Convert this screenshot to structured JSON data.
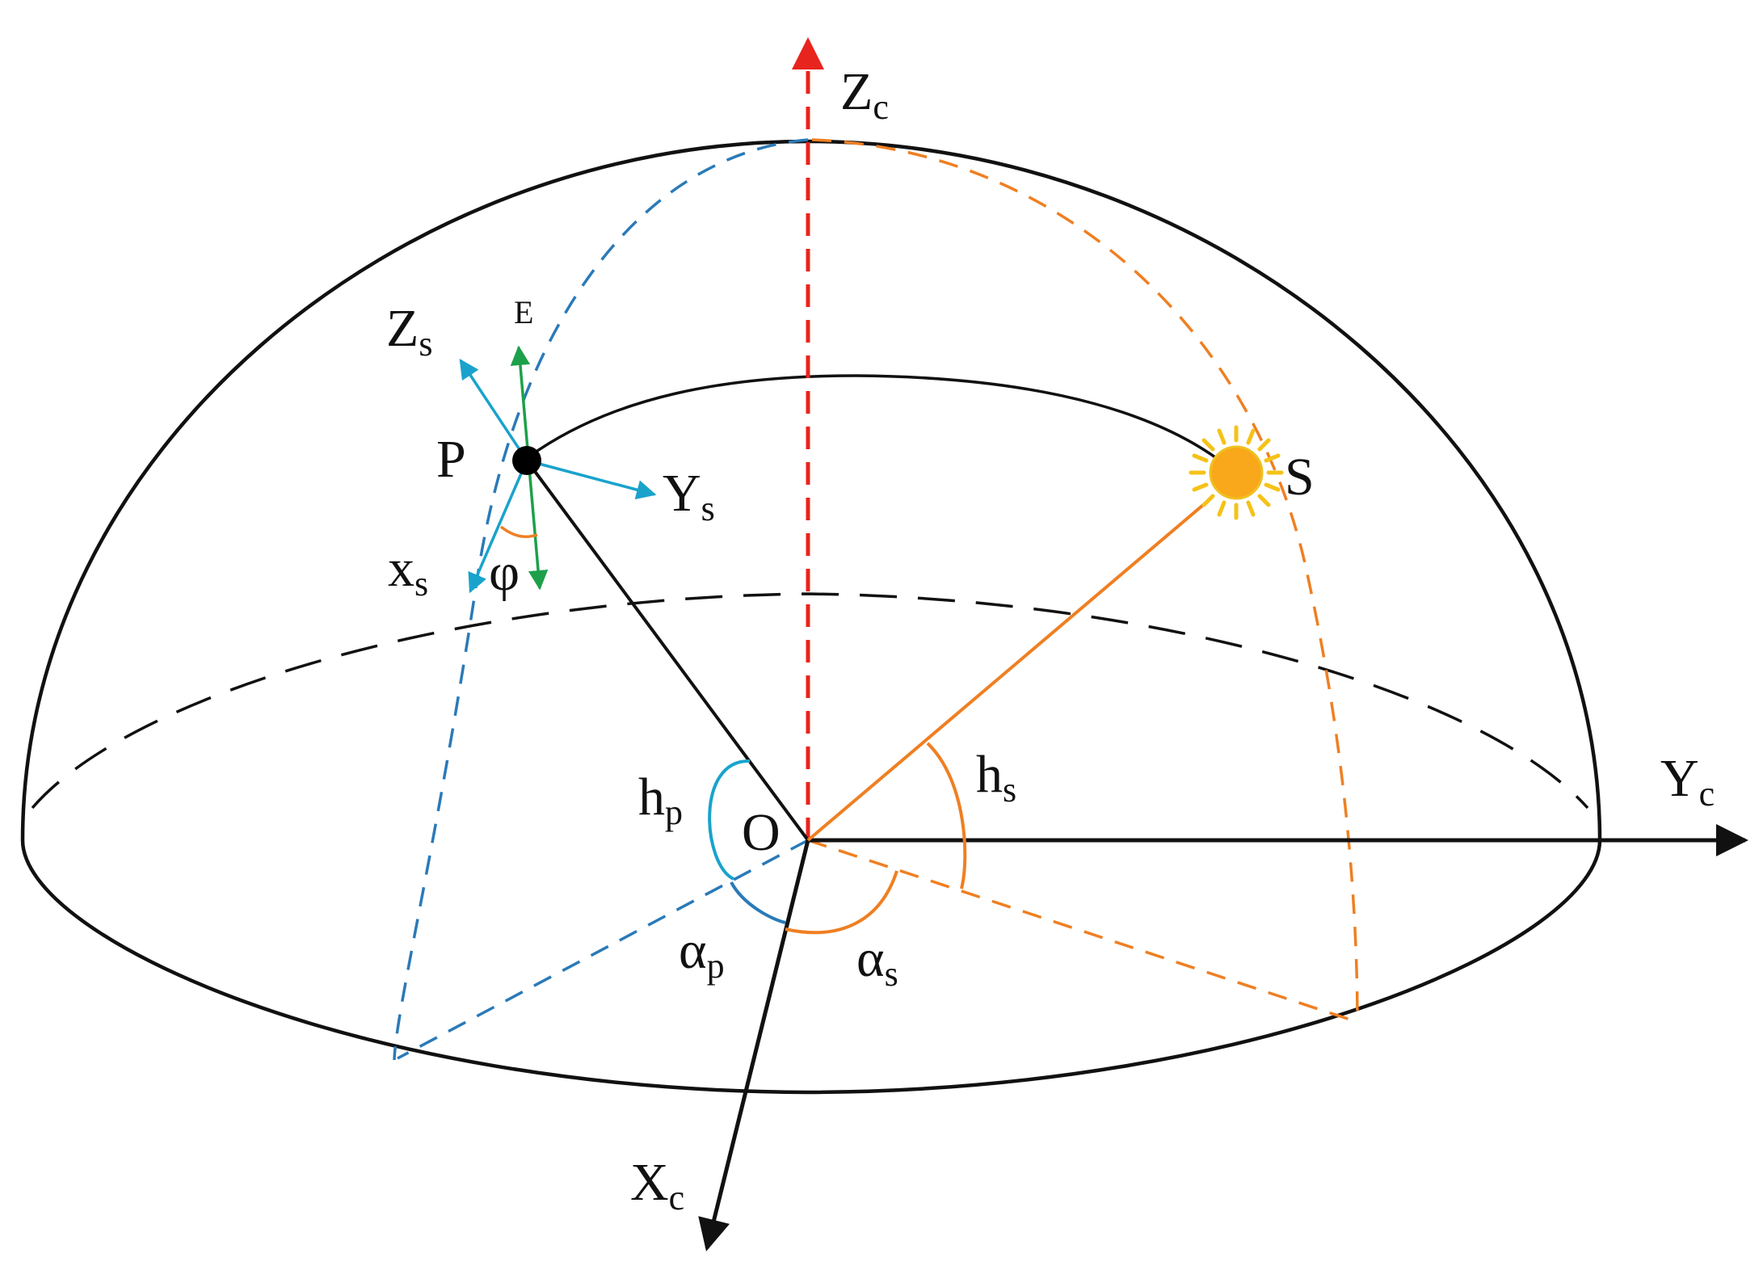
{
  "labels": {
    "zc": {
      "main": "Z",
      "sub": "c"
    },
    "yc": {
      "main": "Y",
      "sub": "c"
    },
    "xc": {
      "main": "X",
      "sub": "c"
    },
    "origin": "O",
    "point_p": "P",
    "sun_s": "S",
    "zs": {
      "main": "Z",
      "sub": "s"
    },
    "ys": {
      "main": "Y",
      "sub": "s"
    },
    "xs": {
      "main": "x",
      "sub": "s"
    },
    "e": "E",
    "phi": "φ",
    "hp": {
      "main": "h",
      "sub": "p"
    },
    "hs": {
      "main": "h",
      "sub": "s"
    },
    "ap": {
      "main": "α",
      "sub": "p"
    },
    "as": {
      "main": "α",
      "sub": "s"
    }
  },
  "colors": {
    "outline": "#111111",
    "z_axis": "#e8241e",
    "p_path": "#2a7ab8",
    "s_path": "#ef7f22",
    "local_axes": "#19a3cc",
    "e_vector": "#1ea04a",
    "sun_fill": "#f8a81a",
    "sun_ray": "#f5c218"
  },
  "icons": {
    "sun": "sun-icon"
  }
}
